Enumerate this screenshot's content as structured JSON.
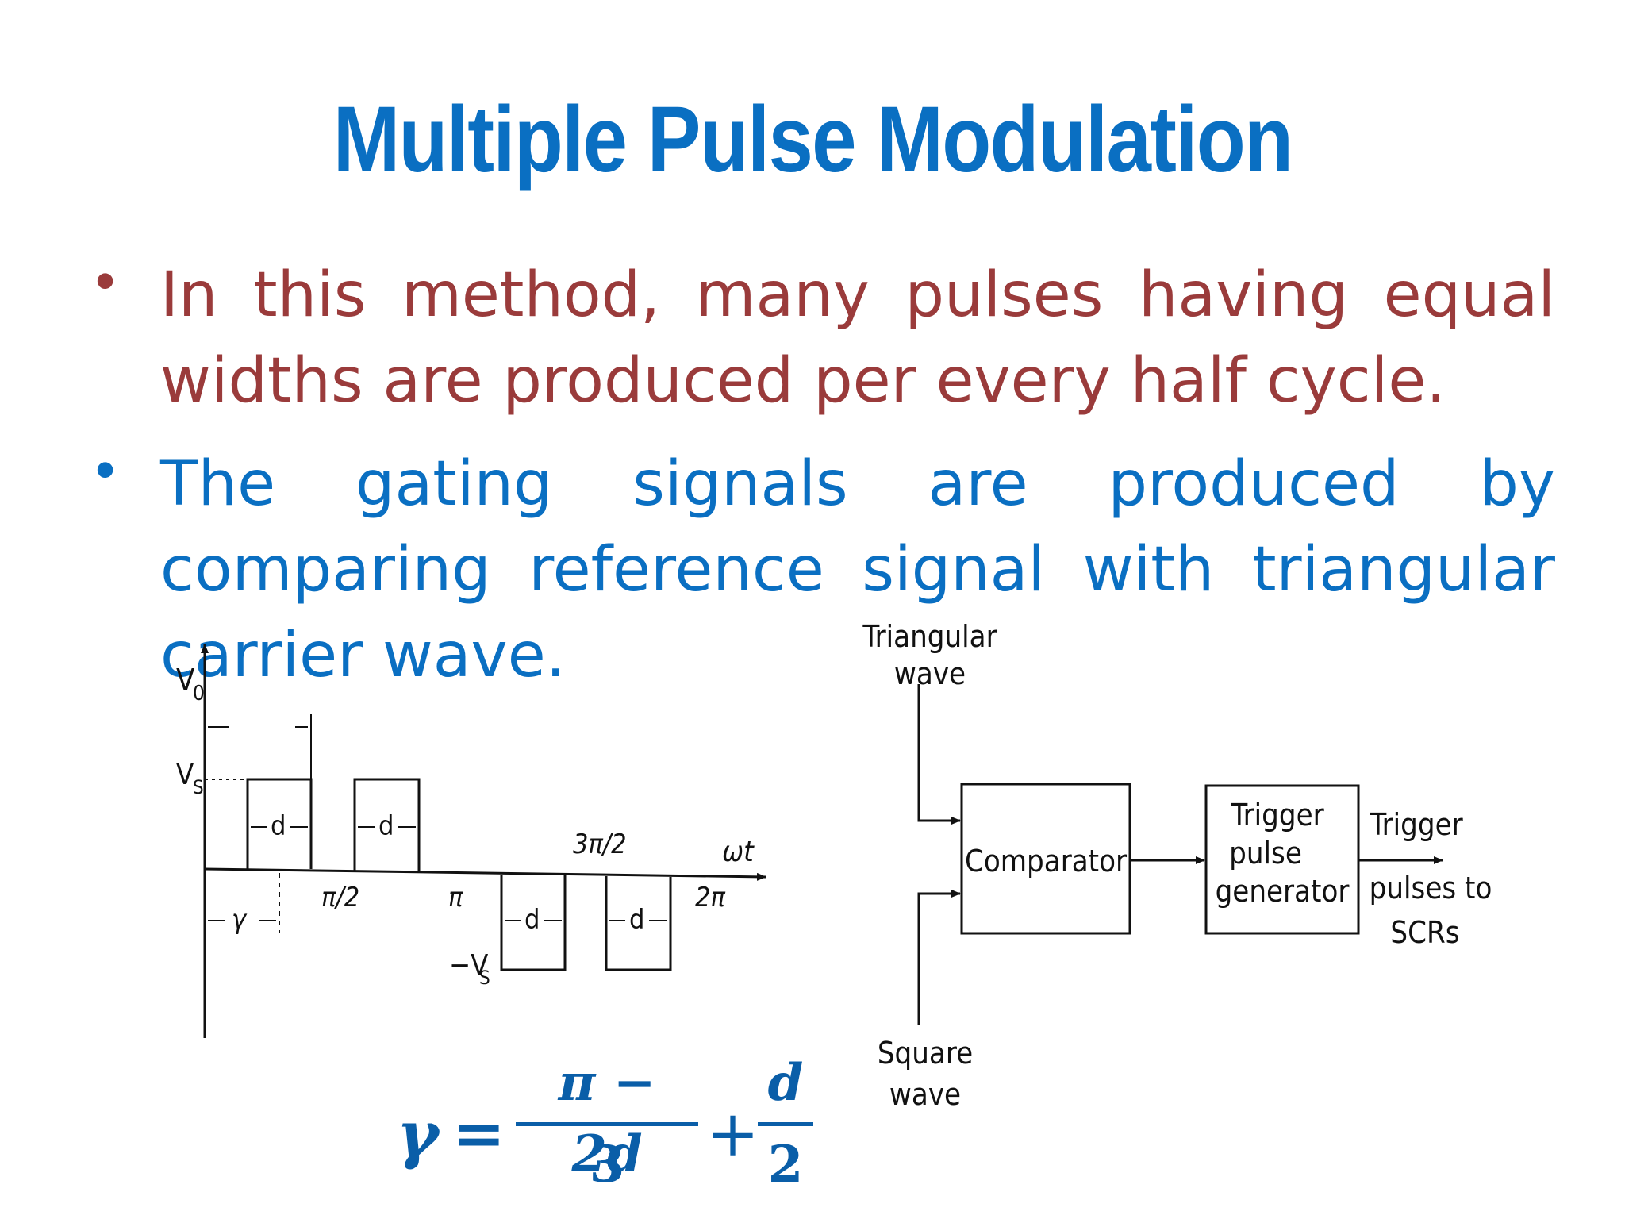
{
  "title": "Multiple Pulse Modulation",
  "bullets": [
    {
      "text": "In this method, many pulses having equal widths are produced per every half cycle.",
      "color": "#9a3b3b"
    },
    {
      "text": "The gating signals are produced by comparing reference signal with triangular carrier wave.",
      "color": "#0a6fc2"
    }
  ],
  "waveform": {
    "y_axis_label": "V",
    "y_axis_sub": "0",
    "x_axis_label": "ωt",
    "pos_level": "V",
    "pos_level_sub": "S",
    "neg_level": "−V",
    "neg_level_sub": "S",
    "tick_pi_half": "π/2",
    "tick_pi": "π",
    "tick_3pi_half": "3π/2",
    "tick_2pi": "2π",
    "gamma_label": "γ",
    "width_labels": [
      "d",
      "d",
      "d",
      "d"
    ]
  },
  "block_diagram": {
    "input_top": [
      "Triangular",
      "wave"
    ],
    "input_bottom": [
      "Square",
      "wave"
    ],
    "comparator": "Comparator",
    "trigger_block": [
      "Trigger",
      "pulse",
      "generator"
    ],
    "output": [
      "Trigger",
      "pulses to",
      "SCRs"
    ]
  },
  "formula": {
    "lhs": "γ",
    "equals": "=",
    "num1": "π − 2d",
    "den1": "3",
    "plus": "+",
    "num2": "d",
    "den2": "2"
  }
}
